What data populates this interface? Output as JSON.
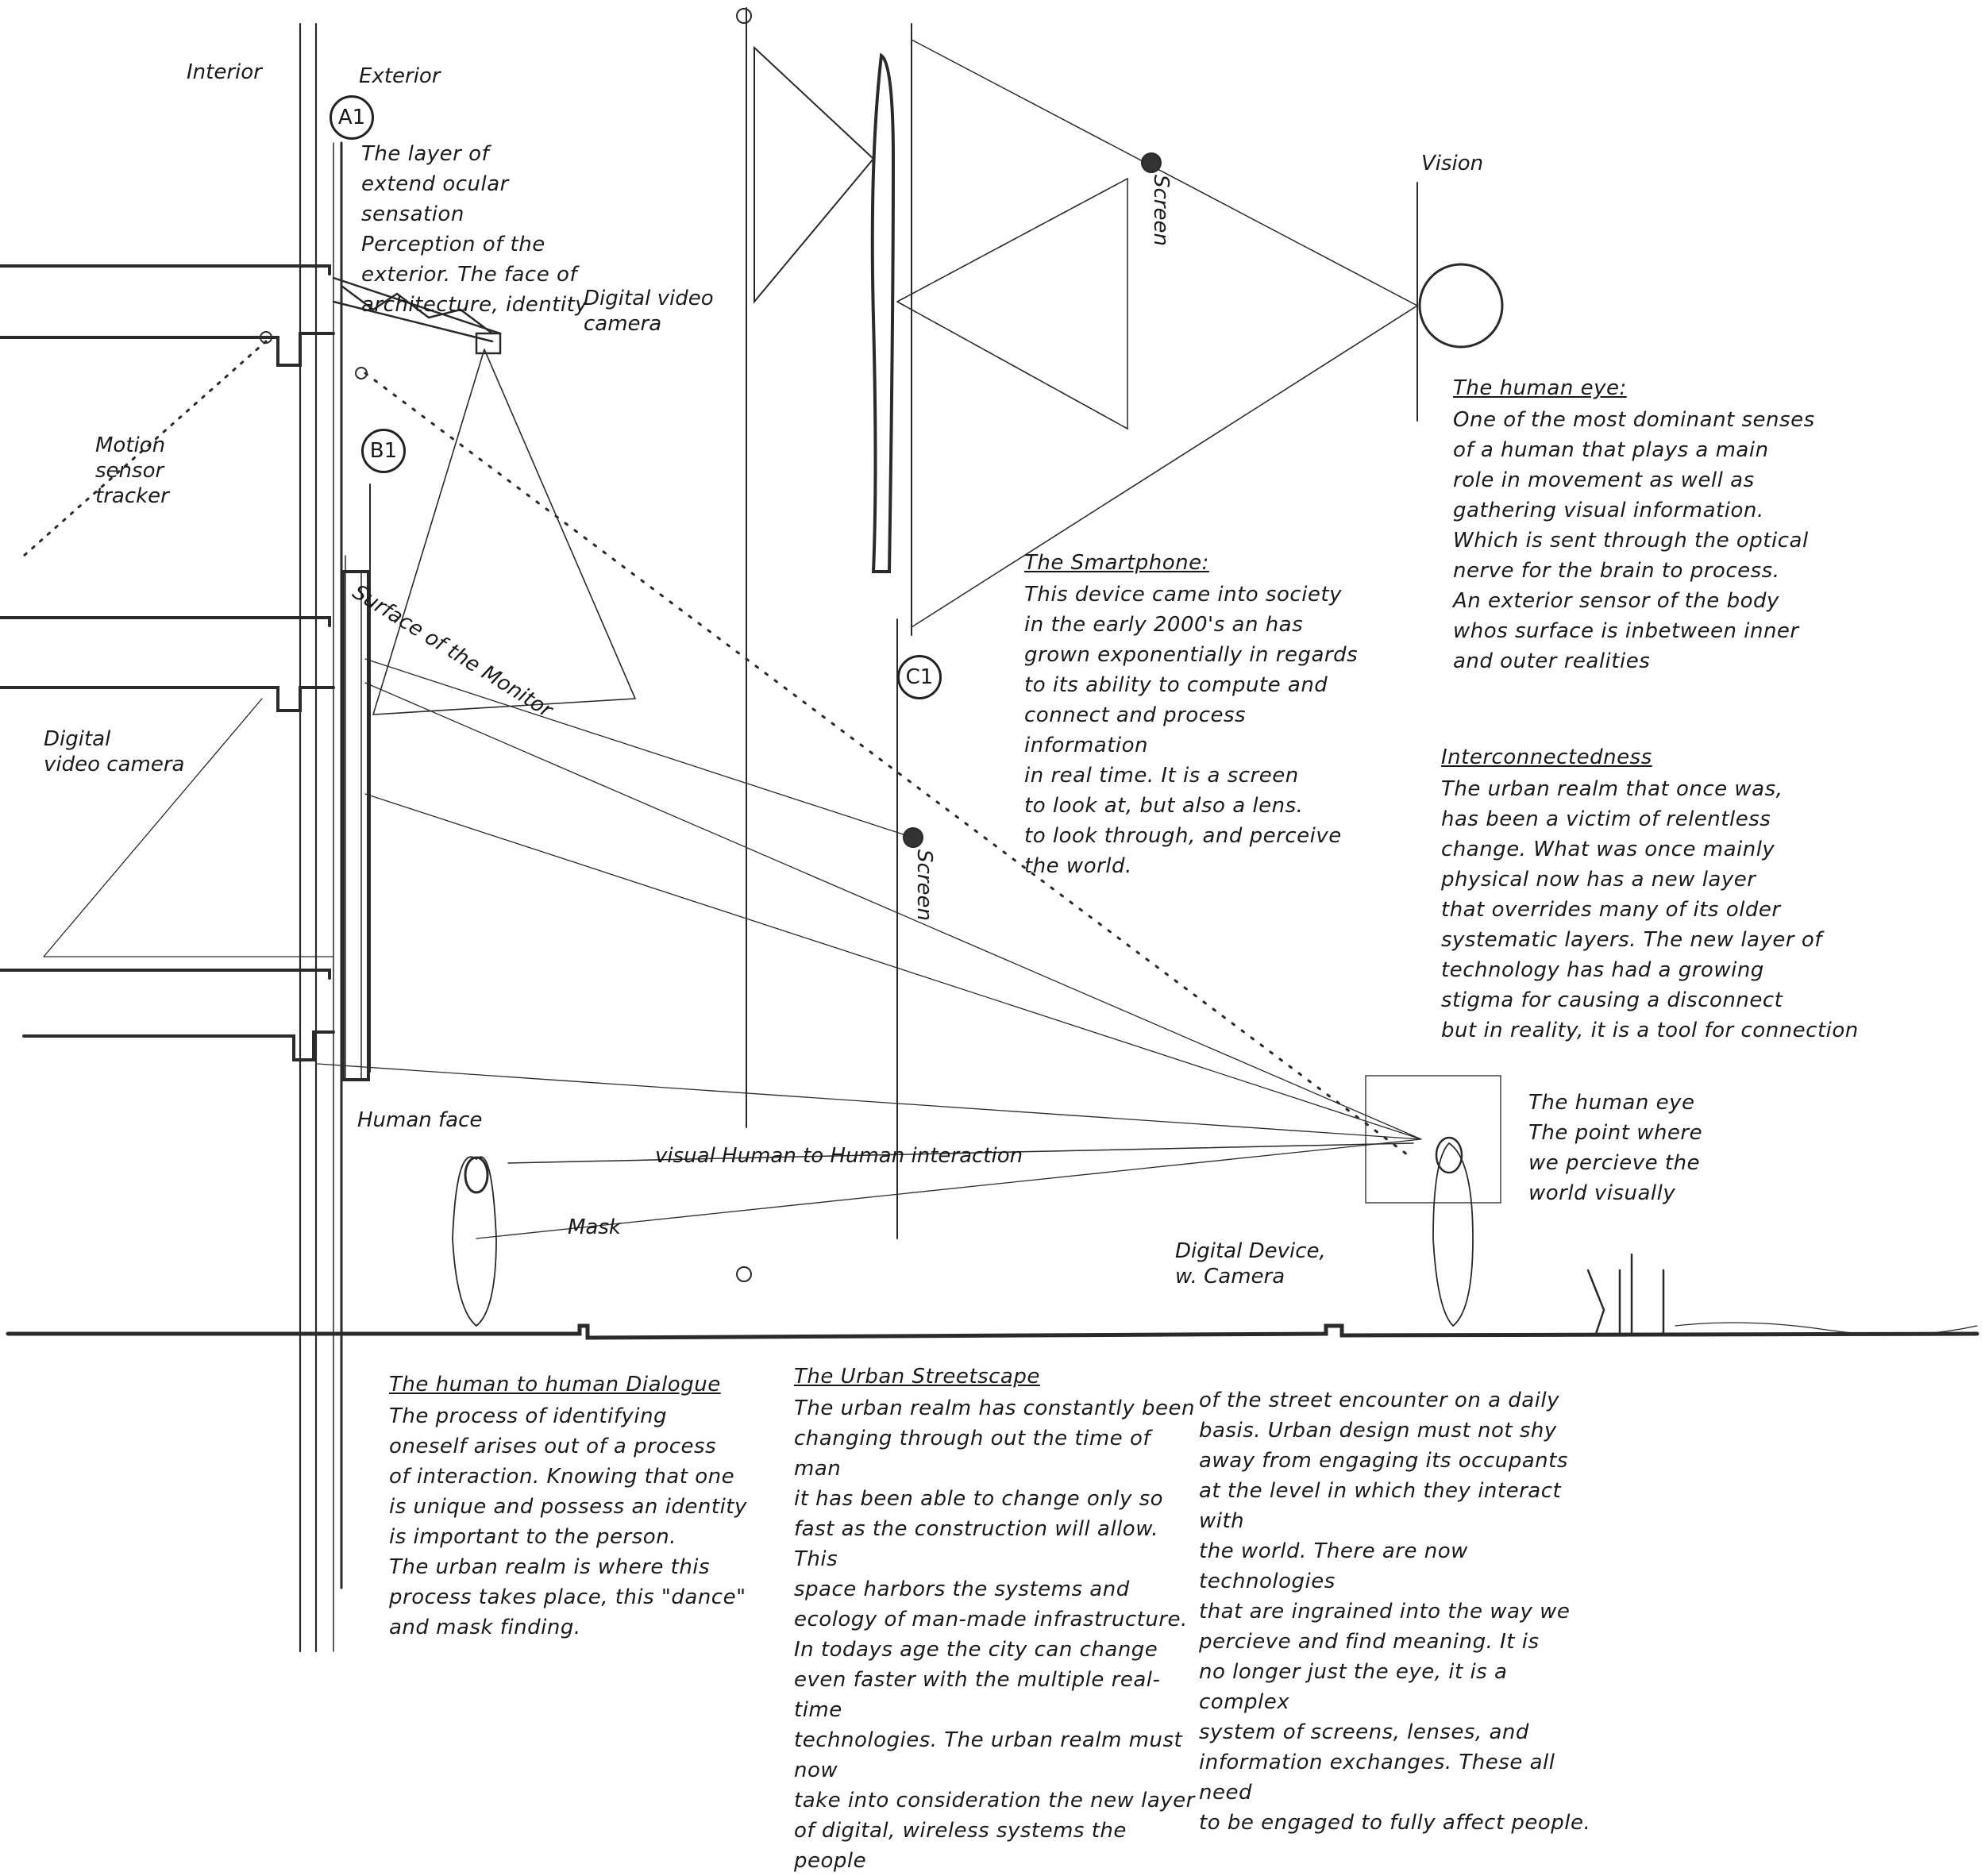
{
  "labels": {
    "interior": "Interior",
    "exterior": "Exterior",
    "a1": "A1",
    "b1": "B1",
    "c1": "C1",
    "vision": "Vision",
    "screen_top": "Screen",
    "screen_mid": "Screen",
    "digital_video_camera_top": "Digital video\ncamera",
    "motion_sensor": "Motion\nsensor\ntracker",
    "digital_video_camera_left": "Digital\nvideo camera",
    "surface_of_monitor": "Surface of the Monitor",
    "human_face": "Human face",
    "mask": "Mask",
    "visual_interaction": "visual  Human to Human interaction",
    "digital_device": "Digital Device,\nw. Camera"
  },
  "notes": {
    "a1_layer": {
      "body": "The layer of\nextend ocular sensation\nPerception of the\nexterior. The face of\narchitecture, identity"
    },
    "smartphone": {
      "heading": "The Smartphone:",
      "body": "This device came into society\nin the early 2000's an has\ngrown exponentially in regards\nto its ability to compute and\nconnect and process information\nin real time. It is a screen\nto look at, but also a lens.\nto look through, and perceive\nthe world."
    },
    "human_eye_top": {
      "heading": "The human eye:",
      "body": "One of the most dominant senses\nof a human that plays a main\nrole in movement as well as\ngathering visual information.\nWhich is sent through the optical\nnerve for the brain to process.\nAn exterior sensor of the body\nwhos surface is inbetween inner\nand outer realities"
    },
    "interconnectedness": {
      "heading": "Interconnectedness",
      "body": "The urban realm that once was,\nhas been a victim of relentless\nchange. What was once mainly\nphysical now has a new layer\nthat overrides many of its older\nsystematic layers. The new layer of\ntechnology has had a growing\nstigma for causing a disconnect\nbut in reality, it is a tool for connection"
    },
    "human_eye_point": {
      "body": "The human eye\nThe point where\nwe percieve the\nworld visually"
    },
    "dialogue": {
      "heading": "The human to human Dialogue",
      "body": "The process of identifying\noneself arises out of a process\nof interaction. Knowing that one\nis unique and possess an identity\nis important to the person.\nThe urban realm is where this\nprocess takes place, this \"dance\"\nand mask finding."
    },
    "streetscape": {
      "heading": "The Urban Streetscape",
      "body": "The urban realm has constantly been\nchanging through out the time of man\nit has been able to change only so\nfast as the construction will allow. This\nspace harbors the systems and\necology of man-made infrastructure.\nIn todays age the city can change\neven faster with the multiple real-time\ntechnologies. The urban realm must now\ntake into consideration the new layer\nof digital, wireless systems the people"
    },
    "streetscape_cont": {
      "body": "of the street encounter on a daily\nbasis. Urban design must not shy\naway from engaging its occupants\nat the level in which they interact with\nthe world. There are now technologies\nthat are ingrained into the way we\npercieve and find meaning. It is\nno longer just the eye, it is a complex\nsystem of screens, lenses, and\ninformation exchanges. These all need\nto be engaged to fully affect people."
    }
  }
}
